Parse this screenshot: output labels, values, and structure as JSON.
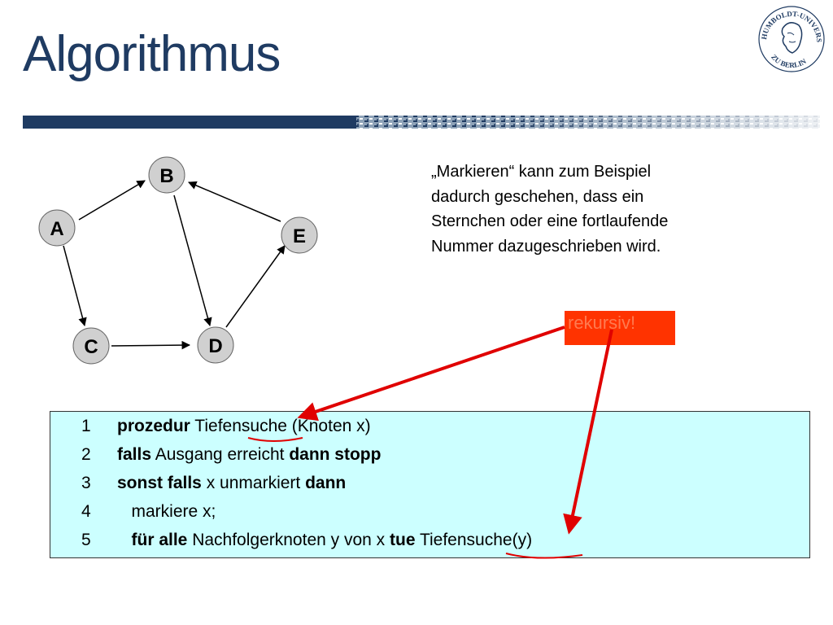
{
  "slide": {
    "title": "Algorithmus",
    "colors": {
      "title": "#1f3b62",
      "code_bg": "#ccffff",
      "highlight": "#ff3300",
      "annotation": "#e00000"
    }
  },
  "logo": {
    "text": "HUMBOLDT-UNIVERSITÄT ZU BERLIN",
    "icon": "university-seal-icon"
  },
  "graph": {
    "nodes": [
      "A",
      "B",
      "C",
      "D",
      "E"
    ],
    "edges": [
      [
        "A",
        "B"
      ],
      [
        "A",
        "C"
      ],
      [
        "B",
        "D"
      ],
      [
        "C",
        "D"
      ],
      [
        "D",
        "E"
      ],
      [
        "E",
        "B"
      ]
    ]
  },
  "note": {
    "lines": [
      "„Markieren“ kann zum Beispiel",
      "dadurch geschehen, dass ein",
      "Sternchen oder eine fortlaufende",
      "Nummer dazugeschrieben wird."
    ]
  },
  "callout": {
    "label": "rekursiv!"
  },
  "code": {
    "lines": [
      {
        "num": "1",
        "parts": [
          {
            "t": "prozedur",
            "b": true
          },
          {
            "t": " Tiefensuche (Knoten x)",
            "b": false
          }
        ]
      },
      {
        "num": "2",
        "parts": [
          {
            "t": "falls",
            "b": true
          },
          {
            "t": " Ausgang erreicht ",
            "b": false
          },
          {
            "t": "dann stopp",
            "b": true
          }
        ]
      },
      {
        "num": "3",
        "parts": [
          {
            "t": "sonst falls",
            "b": true
          },
          {
            "t": " x unmarkiert ",
            "b": false
          },
          {
            "t": "dann",
            "b": true
          }
        ]
      },
      {
        "num": "4",
        "parts": [
          {
            "t": "   markiere x;",
            "b": false
          }
        ]
      },
      {
        "num": "5",
        "parts": [
          {
            "t": "   für alle",
            "b": true
          },
          {
            "t": " Nachfolgerknoten y von x ",
            "b": false
          },
          {
            "t": "tue",
            "b": true
          },
          {
            "t": " Tiefensuche(y)",
            "b": false
          }
        ]
      }
    ]
  }
}
